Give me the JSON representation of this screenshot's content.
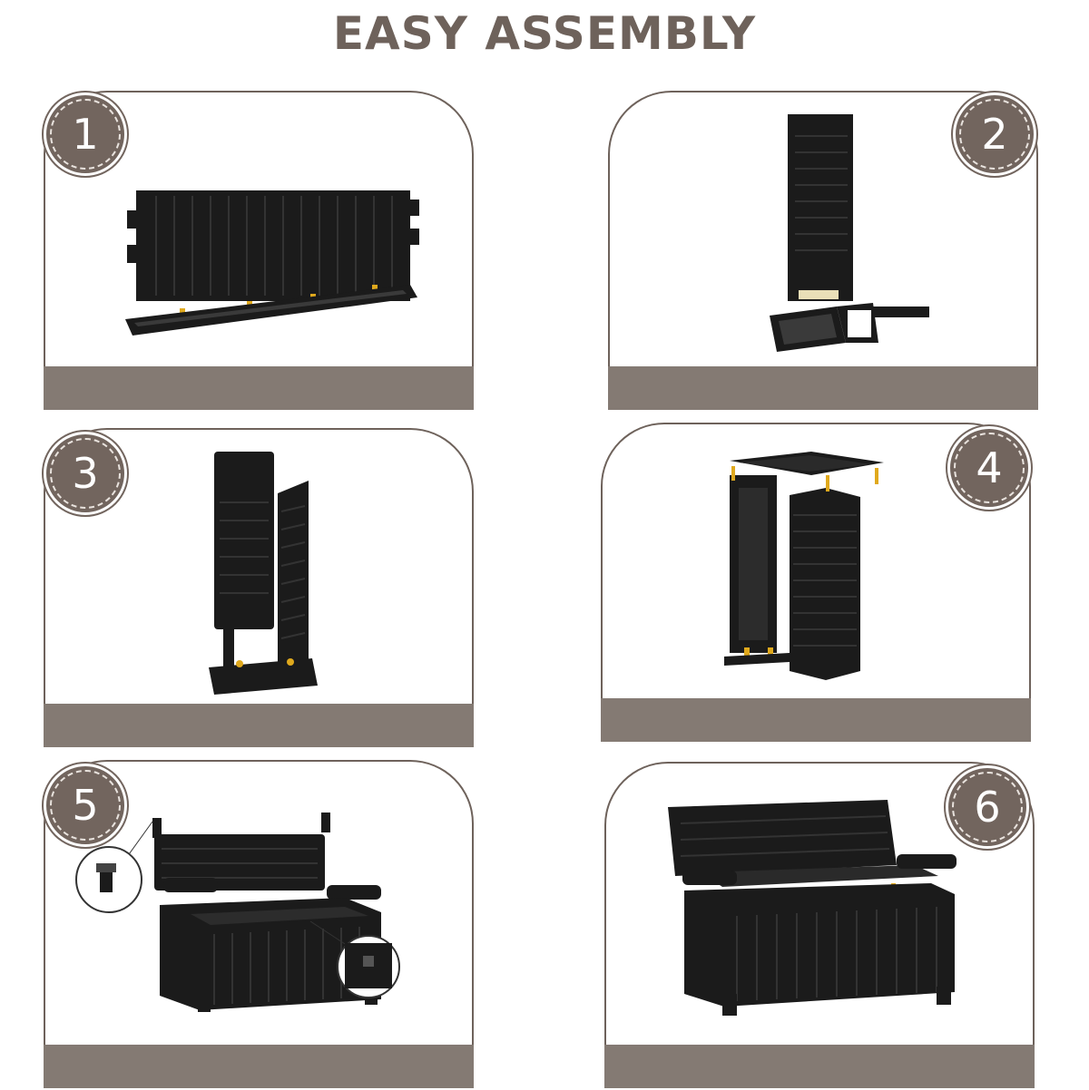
{
  "title": "EASY ASSEMBLY",
  "colors": {
    "accent": "#72655e",
    "base_band": "#847a73",
    "product": "#1b1b1b",
    "hardware": "#e0a91d"
  },
  "steps": [
    {
      "number": "1"
    },
    {
      "number": "2"
    },
    {
      "number": "3"
    },
    {
      "number": "4"
    },
    {
      "number": "5"
    },
    {
      "number": "6"
    }
  ]
}
